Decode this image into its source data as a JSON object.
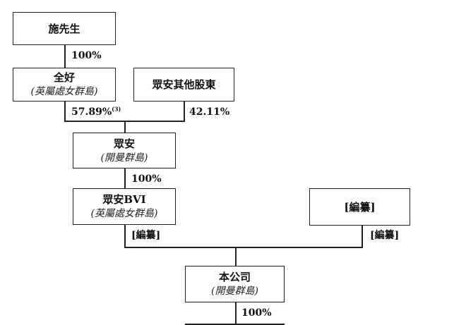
{
  "entities": {
    "shi": {
      "name": "施先生"
    },
    "quanhao": {
      "name": "全好",
      "jurisdiction": "(英屬處女群島)"
    },
    "other_shareholders": {
      "name": "眾安其他股東"
    },
    "zhongan": {
      "name": "眾安",
      "jurisdiction": "(開曼群島)"
    },
    "zhongan_bvi": {
      "name": "眾安BVI",
      "jurisdiction": "(英屬處女群島)"
    },
    "redacted_right": {
      "name": "[編纂]"
    },
    "company": {
      "name": "本公司",
      "jurisdiction": "(開曼群島)"
    }
  },
  "edges": {
    "shi_to_quanhao": "100%",
    "quanhao_to_zhongan": "57.89%",
    "quanhao_note": "(3)",
    "other_to_zhongan": "42.11%",
    "zhongan_to_bvi": "100%",
    "bvi_to_company": "[編纂]",
    "right_to_company": "[編纂]",
    "company_below": "100%"
  }
}
